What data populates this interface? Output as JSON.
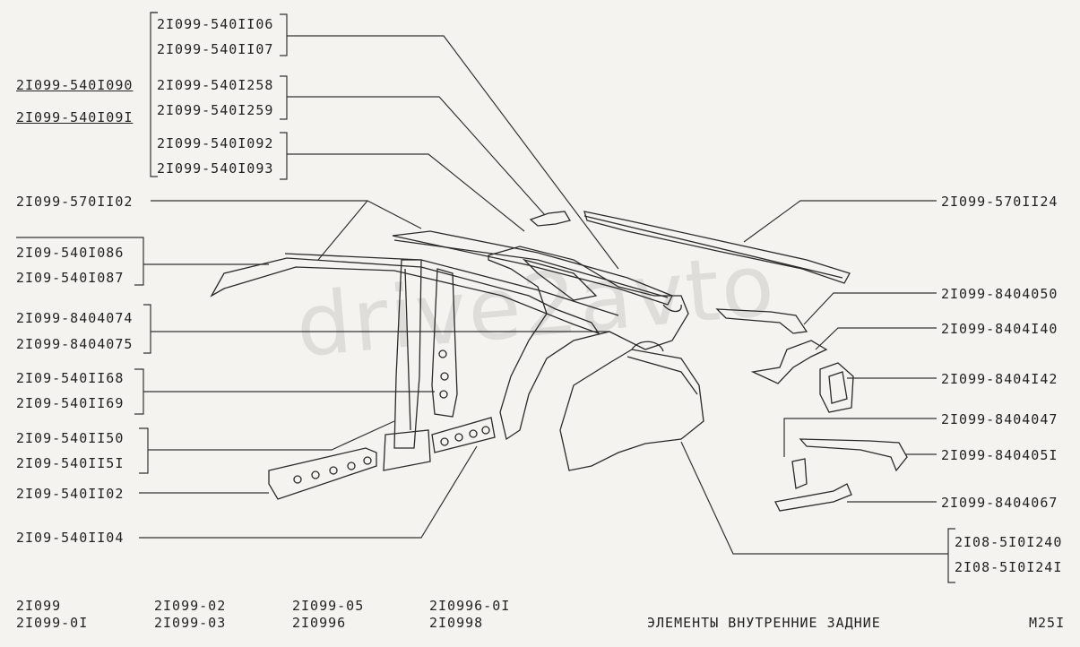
{
  "callouts_left": [
    "2I099-540II06",
    "2I099-540II07",
    "2I099-540I258",
    "2I099-540I259",
    "2I099-540I092",
    "2I099-540I093",
    "2I099-570II02",
    "2I09-540I086",
    "2I09-540I087",
    "2I099-8404074",
    "2I099-8404075",
    "2I09-540II68",
    "2I09-540II69",
    "2I09-540II50",
    "2I09-540II5I",
    "2I09-540II02",
    "2I09-540II04"
  ],
  "callouts_side": [
    "2I099-540I090",
    "2I099-540I09I"
  ],
  "callouts_right": [
    "2I099-570II24",
    "2I099-8404050",
    "2I099-8404I40",
    "2I099-8404I42",
    "2I099-8404047",
    "2I099-840405I",
    "2I099-8404067",
    "2I08-5I0I240",
    "2I08-5I0I24I"
  ],
  "models": [
    [
      "2I099",
      "2I099-0I"
    ],
    [
      "2I099-02",
      "2I099-03"
    ],
    [
      "2I099-05",
      "2I0996"
    ],
    [
      "2I0996-0I",
      "2I0998"
    ]
  ],
  "title": "ЭЛЕМЕНТЫ ВНУТРЕННИЕ ЗАДНИЕ",
  "page_code": "M25I",
  "watermark": "drive2avto"
}
